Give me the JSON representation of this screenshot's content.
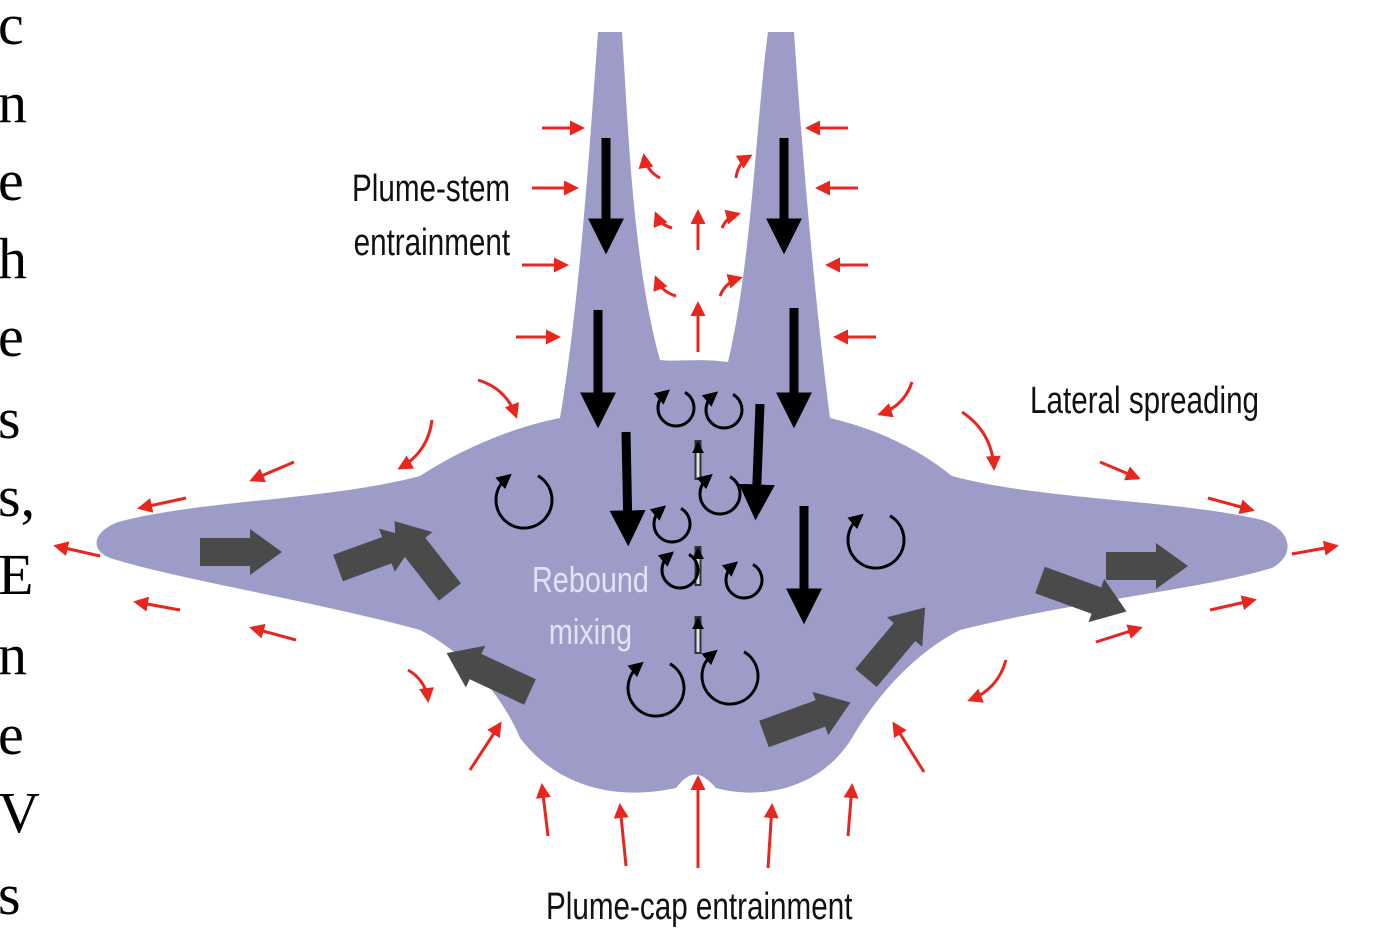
{
  "diagram": {
    "labels": {
      "plume_stem_line1": "Plume-stem",
      "plume_stem_line2": "entrainment",
      "lateral_spreading": "Lateral spreading",
      "rebound_line1": "Rebound",
      "rebound_line2": "mixing",
      "plume_cap": "Plume-cap entrainment"
    },
    "colors": {
      "plume_fill": "#9d9cc9",
      "entrainment_arrow": "#e8261e",
      "flow_arrow": "#4a4a4a",
      "descent_arrow": "#000000",
      "eddy": "#000000"
    }
  },
  "cropped_text_edge": [
    "c",
    "n",
    "e",
    "h",
    "e",
    "s",
    "s,",
    "E",
    "n",
    "e",
    "V",
    "s"
  ]
}
